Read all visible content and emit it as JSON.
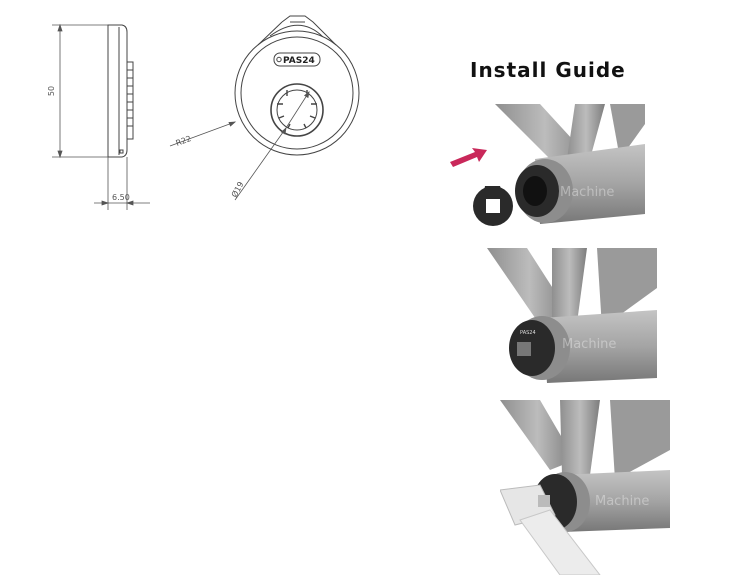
{
  "drawing": {
    "height_dim": "50",
    "thickness_dim": "6.50",
    "radius_dim": "R22",
    "diameter_dim": "Ø19",
    "brand_label": "PAS24"
  },
  "guide": {
    "title": "Install Guide",
    "watermark": "Machine"
  },
  "colors": {
    "arrow": "#c9285a",
    "frame": "#9a9a9a",
    "sensor": "#2a2a2a"
  }
}
